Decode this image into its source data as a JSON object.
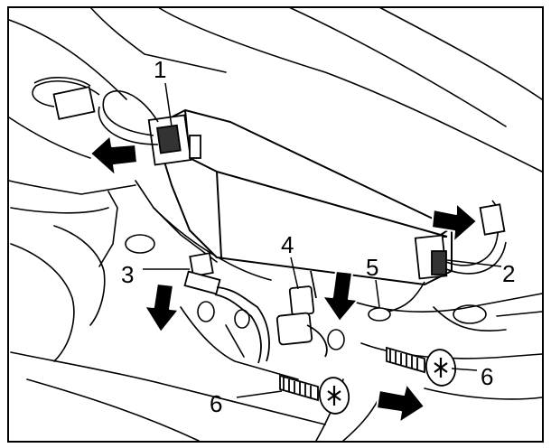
{
  "figure": {
    "callouts": [
      {
        "id": "1",
        "text": "1"
      },
      {
        "id": "2",
        "text": "2"
      },
      {
        "id": "3",
        "text": "3"
      },
      {
        "id": "4",
        "text": "4"
      },
      {
        "id": "5",
        "text": "5"
      },
      {
        "id": "6a",
        "text": "6"
      },
      {
        "id": "6b",
        "text": "6"
      }
    ]
  }
}
